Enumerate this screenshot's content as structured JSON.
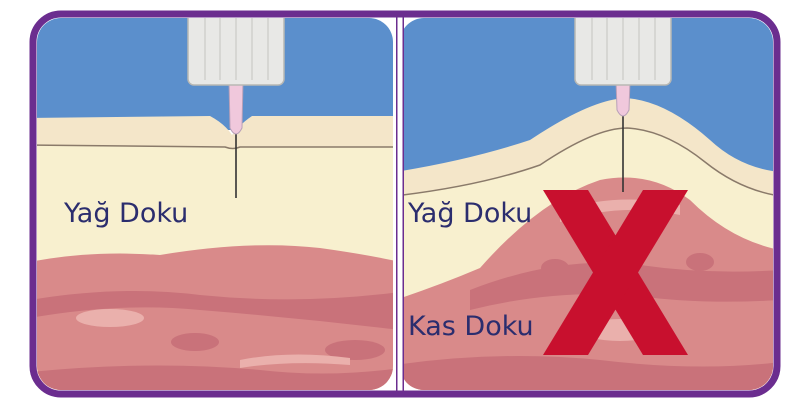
{
  "panels": {
    "left": {
      "fat_label": "Yağ Doku"
    },
    "right": {
      "fat_label": "Yağ Doku",
      "muscle_label": "Kas Doku"
    }
  },
  "icons": {
    "wrong_mark": "x-mark-icon",
    "needle": "pen-needle-icon"
  },
  "colors": {
    "frame": "#6b2d8f",
    "air": "#5b8fcc",
    "skin": "#f4e6c9",
    "fat": "#f8f0cf",
    "muscle": "#d98a8a",
    "muscle_dark": "#c9727a",
    "muscle_light": "#eab0ac",
    "x_mark": "#c8102e",
    "label_text": "#2b2d6e"
  }
}
